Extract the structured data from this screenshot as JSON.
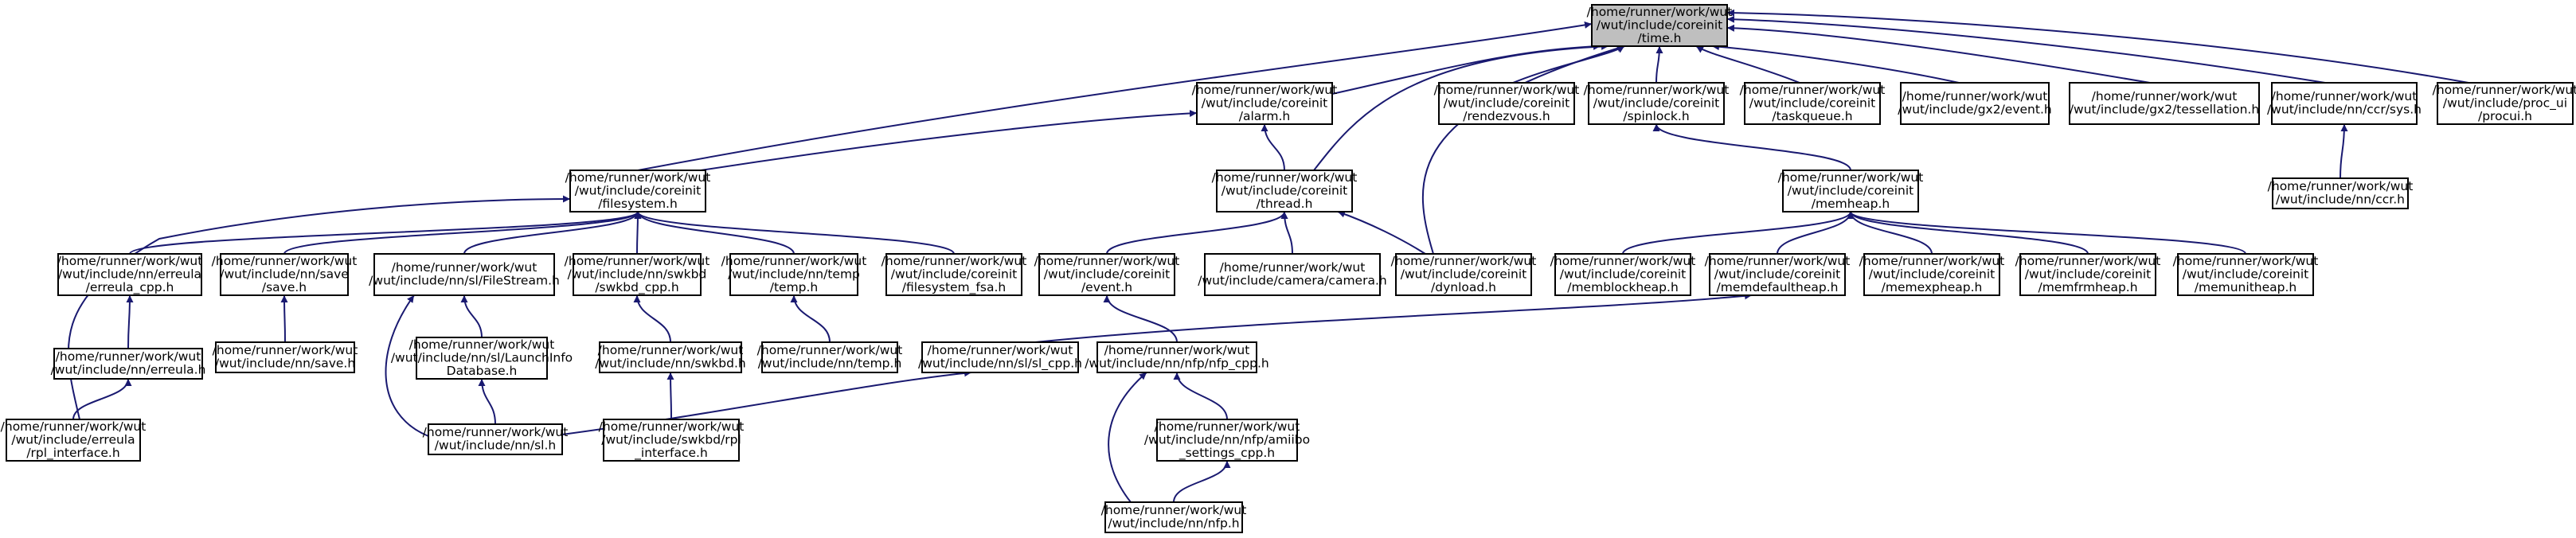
{
  "title": "",
  "colors": {
    "edge": "#191970",
    "node_border": "#000000",
    "root_fill": "#bfbfbf",
    "node_fill": "#ffffff",
    "background": "#ffffff"
  },
  "nodes": [
    {
      "id": "time",
      "lines": [
        "/home/runner/work/wut",
        "/wut/include/coreinit",
        "/time.h"
      ],
      "root": true
    },
    {
      "id": "alarm",
      "lines": [
        "/home/runner/work/wut",
        "/wut/include/coreinit",
        "/alarm.h"
      ]
    },
    {
      "id": "rendezvous",
      "lines": [
        "/home/runner/work/wut",
        "/wut/include/coreinit",
        "/rendezvous.h"
      ]
    },
    {
      "id": "spinlock",
      "lines": [
        "/home/runner/work/wut",
        "/wut/include/coreinit",
        "/spinlock.h"
      ]
    },
    {
      "id": "taskqueue",
      "lines": [
        "/home/runner/work/wut",
        "/wut/include/coreinit",
        "/taskqueue.h"
      ]
    },
    {
      "id": "gx2event",
      "lines": [
        "/home/runner/work/wut",
        "/wut/include/gx2/event.h"
      ]
    },
    {
      "id": "gx2tess",
      "lines": [
        "/home/runner/work/wut",
        "/wut/include/gx2/tessellation.h"
      ]
    },
    {
      "id": "ccrsys",
      "lines": [
        "/home/runner/work/wut",
        "/wut/include/nn/ccr/sys.h"
      ]
    },
    {
      "id": "procui",
      "lines": [
        "/home/runner/work/wut",
        "/wut/include/proc_ui",
        "/procui.h"
      ]
    },
    {
      "id": "filesystem",
      "lines": [
        "/home/runner/work/wut",
        "/wut/include/coreinit",
        "/filesystem.h"
      ]
    },
    {
      "id": "thread",
      "lines": [
        "/home/runner/work/wut",
        "/wut/include/coreinit",
        "/thread.h"
      ]
    },
    {
      "id": "memheap",
      "lines": [
        "/home/runner/work/wut",
        "/wut/include/coreinit",
        "/memheap.h"
      ]
    },
    {
      "id": "ccr",
      "lines": [
        "/home/runner/work/wut",
        "/wut/include/nn/ccr.h"
      ]
    },
    {
      "id": "erreula_cpp",
      "lines": [
        "/home/runner/work/wut",
        "/wut/include/nn/erreula",
        "/erreula_cpp.h"
      ]
    },
    {
      "id": "save_h",
      "lines": [
        "/home/runner/work/wut",
        "/wut/include/nn/save",
        "/save.h"
      ]
    },
    {
      "id": "filestream",
      "lines": [
        "/home/runner/work/wut",
        "/wut/include/nn/sl/FileStream.h"
      ]
    },
    {
      "id": "swkbd_cpp",
      "lines": [
        "/home/runner/work/wut",
        "/wut/include/nn/swkbd",
        "/swkbd_cpp.h"
      ]
    },
    {
      "id": "temp_h",
      "lines": [
        "/home/runner/work/wut",
        "/wut/include/nn/temp",
        "/temp.h"
      ]
    },
    {
      "id": "fsa",
      "lines": [
        "/home/runner/work/wut",
        "/wut/include/coreinit",
        "/filesystem_fsa.h"
      ]
    },
    {
      "id": "event",
      "lines": [
        "/home/runner/work/wut",
        "/wut/include/coreinit",
        "/event.h"
      ]
    },
    {
      "id": "camera",
      "lines": [
        "/home/runner/work/wut",
        "/wut/include/camera/camera.h"
      ]
    },
    {
      "id": "dynload",
      "lines": [
        "/home/runner/work/wut",
        "/wut/include/coreinit",
        "/dynload.h"
      ]
    },
    {
      "id": "memblock",
      "lines": [
        "/home/runner/work/wut",
        "/wut/include/coreinit",
        "/memblockheap.h"
      ]
    },
    {
      "id": "memdefault",
      "lines": [
        "/home/runner/work/wut",
        "/wut/include/coreinit",
        "/memdefaultheap.h"
      ]
    },
    {
      "id": "memexp",
      "lines": [
        "/home/runner/work/wut",
        "/wut/include/coreinit",
        "/memexpheap.h"
      ]
    },
    {
      "id": "memfrm",
      "lines": [
        "/home/runner/work/wut",
        "/wut/include/coreinit",
        "/memfrmheap.h"
      ]
    },
    {
      "id": "memunit",
      "lines": [
        "/home/runner/work/wut",
        "/wut/include/coreinit",
        "/memunitheap.h"
      ]
    },
    {
      "id": "erreula_h",
      "lines": [
        "/home/runner/work/wut",
        "/wut/include/nn/erreula.h"
      ]
    },
    {
      "id": "save2",
      "lines": [
        "/home/runner/work/wut",
        "/wut/include/nn/save.h"
      ]
    },
    {
      "id": "launchinfo",
      "lines": [
        "/home/runner/work/wut",
        "/wut/include/nn/sl/LaunchInfo",
        "Database.h"
      ]
    },
    {
      "id": "swkbd_h",
      "lines": [
        "/home/runner/work/wut",
        "/wut/include/nn/swkbd.h"
      ]
    },
    {
      "id": "temp2",
      "lines": [
        "/home/runner/work/wut",
        "/wut/include/nn/temp.h"
      ]
    },
    {
      "id": "sl_cpp",
      "lines": [
        "/home/runner/work/wut",
        "/wut/include/nn/sl/sl_cpp.h"
      ]
    },
    {
      "id": "nfp_cpp",
      "lines": [
        "/home/runner/work/wut",
        "/wut/include/nn/nfp/nfp_cpp.h"
      ]
    },
    {
      "id": "rpl",
      "lines": [
        "/home/runner/work/wut",
        "/wut/include/erreula",
        "/rpl_interface.h"
      ]
    },
    {
      "id": "sl_h",
      "lines": [
        "/home/runner/work/wut",
        "/wut/include/nn/sl.h"
      ]
    },
    {
      "id": "swkbd_rpl",
      "lines": [
        "/home/runner/work/wut",
        "/wut/include/swkbd/rpl",
        "_interface.h"
      ]
    },
    {
      "id": "amiibo",
      "lines": [
        "/home/runner/work/wut",
        "/wut/include/nn/nfp/amiibo",
        "_settings_cpp.h"
      ]
    },
    {
      "id": "nfp_h",
      "lines": [
        "/home/runner/work/wut",
        "/wut/include/nn/nfp.h"
      ]
    }
  ],
  "edges": [
    [
      "alarm",
      "time"
    ],
    [
      "rendezvous",
      "time"
    ],
    [
      "spinlock",
      "time"
    ],
    [
      "taskqueue",
      "time"
    ],
    [
      "gx2event",
      "time"
    ],
    [
      "gx2tess",
      "time"
    ],
    [
      "ccrsys",
      "time"
    ],
    [
      "procui",
      "time"
    ],
    [
      "filesystem",
      "time"
    ],
    [
      "thread",
      "time"
    ],
    [
      "dynload",
      "time"
    ],
    [
      "filesystem",
      "alarm"
    ],
    [
      "thread",
      "alarm"
    ],
    [
      "memheap",
      "spinlock"
    ],
    [
      "ccr",
      "ccrsys"
    ],
    [
      "erreula_cpp",
      "filesystem"
    ],
    [
      "save_h",
      "filesystem"
    ],
    [
      "filestream",
      "filesystem"
    ],
    [
      "swkbd_cpp",
      "filesystem"
    ],
    [
      "temp_h",
      "filesystem"
    ],
    [
      "fsa",
      "filesystem"
    ],
    [
      "rpl",
      "filesystem"
    ],
    [
      "event",
      "thread"
    ],
    [
      "camera",
      "thread"
    ],
    [
      "dynload",
      "thread"
    ],
    [
      "memblock",
      "memheap"
    ],
    [
      "memdefault",
      "memheap"
    ],
    [
      "memexp",
      "memheap"
    ],
    [
      "memfrm",
      "memheap"
    ],
    [
      "memunit",
      "memheap"
    ],
    [
      "sl_cpp",
      "memdefault"
    ],
    [
      "erreula_h",
      "erreula_cpp"
    ],
    [
      "save2",
      "save_h"
    ],
    [
      "launchinfo",
      "filestream"
    ],
    [
      "sl_h",
      "filestream"
    ],
    [
      "swkbd_h",
      "swkbd_cpp"
    ],
    [
      "temp2",
      "temp_h"
    ],
    [
      "nfp_cpp",
      "event"
    ],
    [
      "rpl",
      "erreula_h"
    ],
    [
      "sl_h",
      "launchinfo"
    ],
    [
      "swkbd_rpl",
      "swkbd_h"
    ],
    [
      "sl_h",
      "sl_cpp"
    ],
    [
      "amiibo",
      "nfp_cpp"
    ],
    [
      "nfp_h",
      "nfp_cpp"
    ],
    [
      "nfp_h",
      "amiibo"
    ]
  ]
}
